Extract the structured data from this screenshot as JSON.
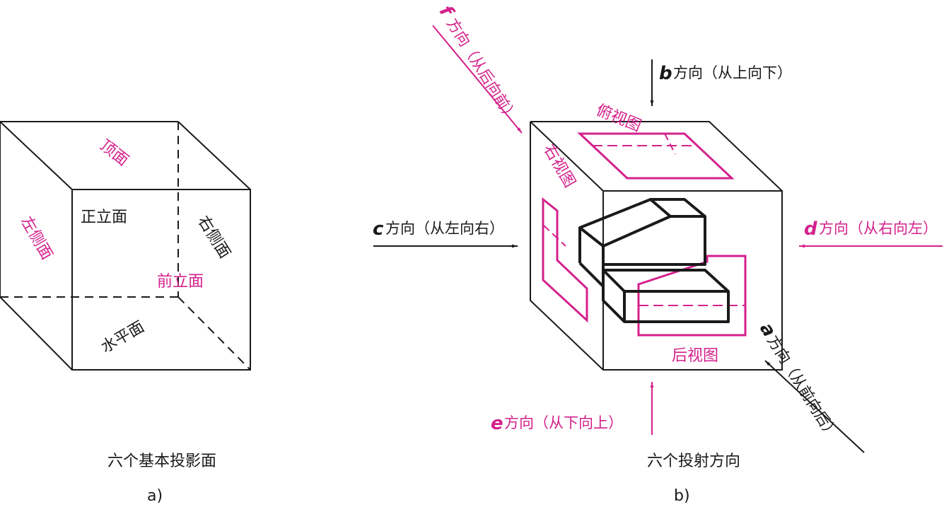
{
  "colors": {
    "line": "#1a1a1a",
    "accent": "#d4218c"
  },
  "panel_a": {
    "faces": {
      "top": "顶面",
      "left": "左侧面",
      "right": "右侧面",
      "front": "正立面",
      "back": "前立面",
      "bottom": "水平面"
    },
    "caption": "六个基本投影面",
    "label": "a)"
  },
  "panel_b": {
    "views": {
      "top": "俯视图",
      "right": "右视图",
      "back": "后视图"
    },
    "directions": {
      "f": {
        "letter": "f",
        "text": "方向（从后向前）"
      },
      "b": {
        "letter": "b",
        "text": "方向（从上向下）"
      },
      "c": {
        "letter": "c",
        "text": "方向（从左向右）"
      },
      "d": {
        "letter": "d",
        "text": "方向（从右向左）"
      },
      "a": {
        "letter": "a",
        "text": "方向（从前向后）"
      },
      "e": {
        "letter": "e",
        "text": "方向（从下向上）"
      }
    },
    "caption": "六个投射方向",
    "label": "b)"
  }
}
